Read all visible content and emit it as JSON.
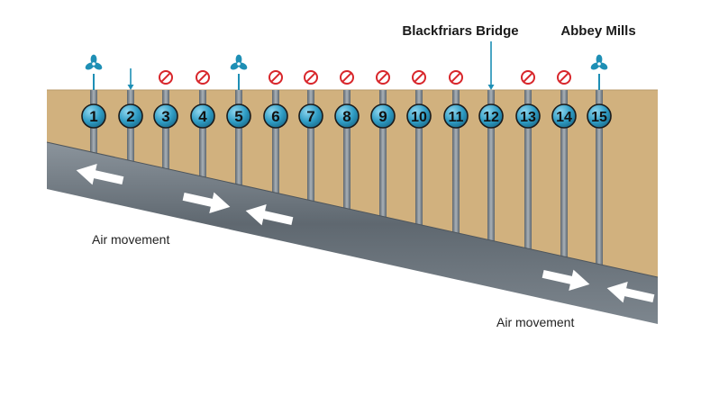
{
  "labels": {
    "blackfriars": "Blackfriars Bridge",
    "abbey": "Abbey Mills",
    "air_left": "Air movement",
    "air_right": "Air movement"
  },
  "shafts": [
    {
      "num": "1",
      "symbol": "fan"
    },
    {
      "num": "2",
      "symbol": "arrow"
    },
    {
      "num": "3",
      "symbol": "no-entry"
    },
    {
      "num": "4",
      "symbol": "no-entry"
    },
    {
      "num": "5",
      "symbol": "fan"
    },
    {
      "num": "6",
      "symbol": "no-entry"
    },
    {
      "num": "7",
      "symbol": "no-entry"
    },
    {
      "num": "8",
      "symbol": "no-entry"
    },
    {
      "num": "9",
      "symbol": "no-entry"
    },
    {
      "num": "10",
      "symbol": "no-entry"
    },
    {
      "num": "11",
      "symbol": "no-entry"
    },
    {
      "num": "12",
      "symbol": "arrow"
    },
    {
      "num": "13",
      "symbol": "no-entry"
    },
    {
      "num": "14",
      "symbol": "no-entry"
    },
    {
      "num": "15",
      "symbol": "fan"
    }
  ],
  "colors": {
    "ground": "#d1b17e",
    "tunnel": "#6e7780",
    "badge": "#2f9cc4",
    "fan": "#1e8fb5",
    "no_entry": "#d8262b",
    "arrow": "#ffffff"
  }
}
